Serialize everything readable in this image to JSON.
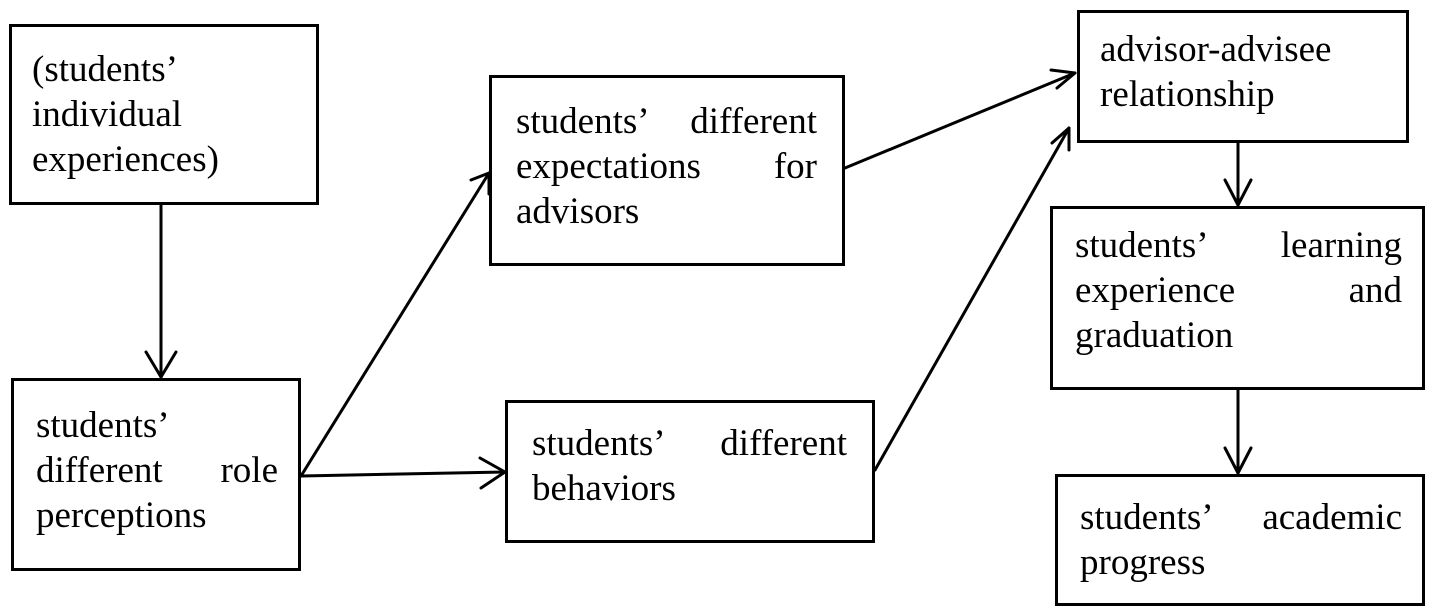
{
  "nodes": {
    "individual_experiences": {
      "lines": [
        "(students’",
        "individual",
        "experiences)"
      ]
    },
    "role_perceptions": {
      "lines": [
        "students’",
        "different role",
        "perceptions"
      ]
    },
    "expectations": {
      "lines": [
        "students’ different",
        "expectations for",
        "advisors"
      ]
    },
    "behaviors": {
      "lines": [
        "students’ different",
        "behaviors"
      ]
    },
    "relationship": {
      "lines": [
        "advisor-advisee",
        "relationship"
      ]
    },
    "learning_experience": {
      "lines": [
        "students’ learning",
        "experience and",
        "graduation"
      ]
    },
    "academic_progress": {
      "lines": [
        "students’ academic",
        "progress"
      ]
    }
  },
  "edges": [
    {
      "from": "individual_experiences",
      "to": "role_perceptions"
    },
    {
      "from": "role_perceptions",
      "to": "expectations"
    },
    {
      "from": "role_perceptions",
      "to": "behaviors"
    },
    {
      "from": "expectations",
      "to": "relationship"
    },
    {
      "from": "behaviors",
      "to": "relationship"
    },
    {
      "from": "relationship",
      "to": "learning_experience"
    },
    {
      "from": "learning_experience",
      "to": "academic_progress"
    }
  ]
}
